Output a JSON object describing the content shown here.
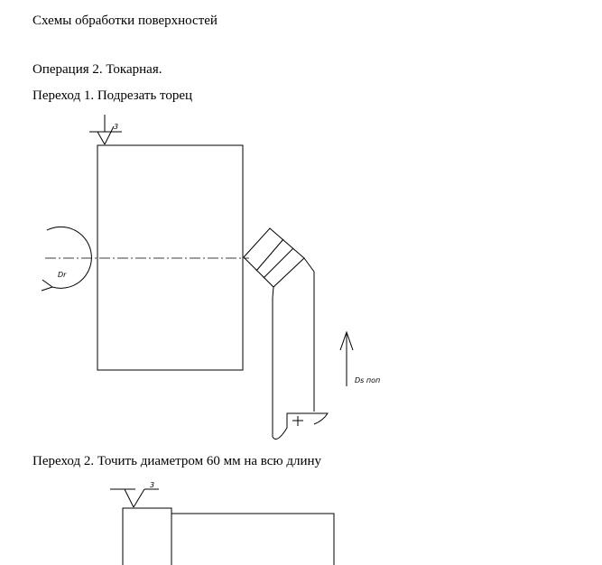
{
  "document": {
    "title": "Схемы обработки поверхностей",
    "operation": "Операция 2. Токарная.",
    "transitions": [
      {
        "label": "Переход 1. Подрезать торец",
        "figure": {
          "surface_mark": "3",
          "rotation_label": "Dr",
          "feed_label": "Ds поп"
        }
      },
      {
        "label": "Переход 2. Точить диаметром 60 мм на всю длину",
        "figure": {
          "surface_mark": "3"
        }
      }
    ]
  }
}
